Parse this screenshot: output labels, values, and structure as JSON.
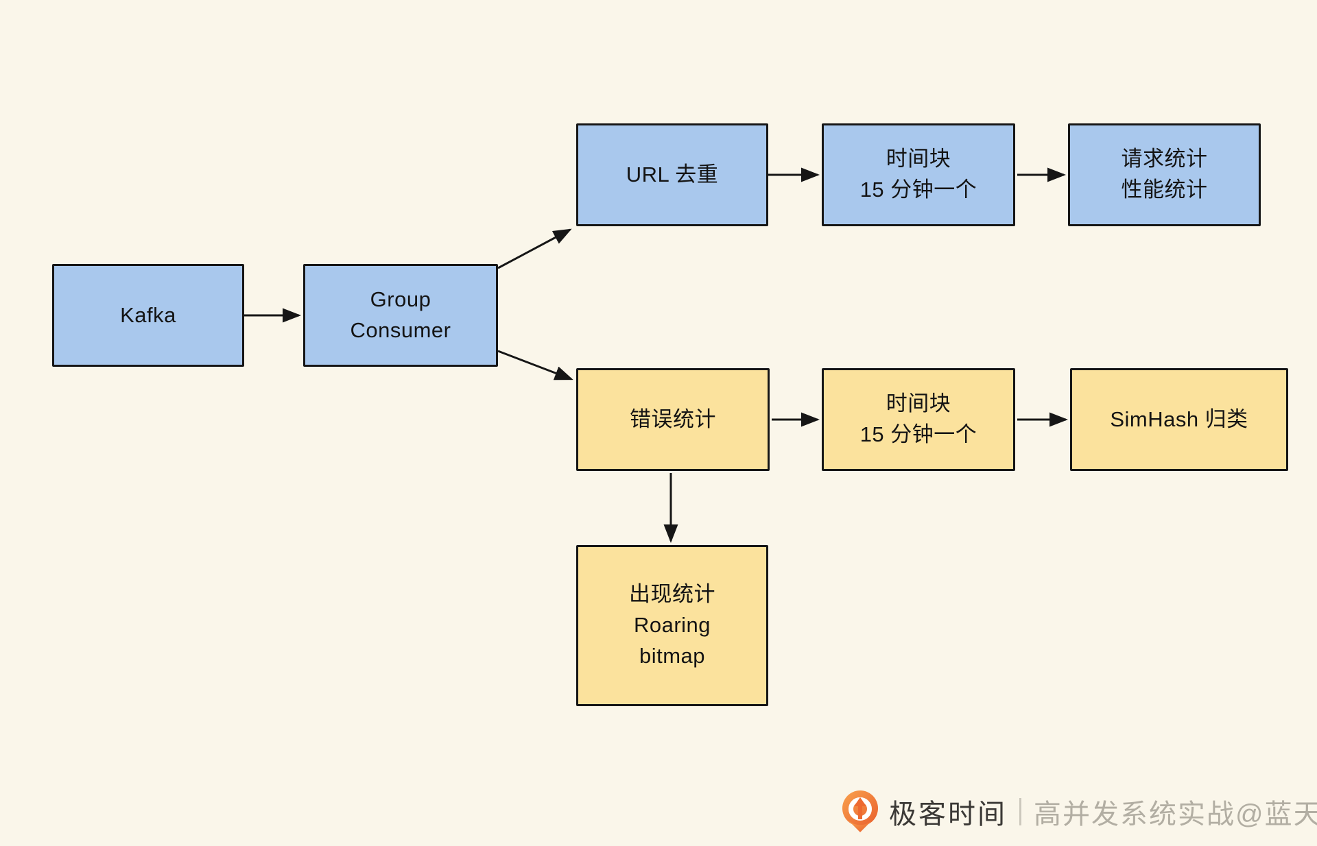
{
  "colors": {
    "background": "#FAF6EA",
    "node_blue": "#A9C8ED",
    "node_yellow": "#FBE29D",
    "node_border": "#161616",
    "arrow": "#161616",
    "brand_orange": "#ED6A31",
    "brand_text_dark": "#3B3936",
    "credit_text_gray": "#B2AEA3"
  },
  "nodes": {
    "kafka": {
      "label": "Kafka",
      "color": "blue"
    },
    "group_consumer": {
      "label": "Group\nConsumer",
      "color": "blue"
    },
    "url_dedup": {
      "label": "URL 去重",
      "color": "blue"
    },
    "time_block_top": {
      "label": "时间块\n15 分钟一个",
      "color": "blue"
    },
    "request_stats": {
      "label": "请求统计\n性能统计",
      "color": "blue"
    },
    "error_stats": {
      "label": "错误统计",
      "color": "yellow"
    },
    "time_block_bottom": {
      "label": "时间块\n15 分钟一个",
      "color": "yellow"
    },
    "simhash": {
      "label": "SimHash 归类",
      "color": "yellow"
    },
    "occurrence_stats": {
      "label": "出现统计\nRoaring\nbitmap",
      "color": "yellow"
    }
  },
  "edges": [
    {
      "from": "kafka",
      "to": "group_consumer"
    },
    {
      "from": "group_consumer",
      "to": "url_dedup"
    },
    {
      "from": "url_dedup",
      "to": "time_block_top"
    },
    {
      "from": "time_block_top",
      "to": "request_stats"
    },
    {
      "from": "group_consumer",
      "to": "error_stats"
    },
    {
      "from": "error_stats",
      "to": "time_block_bottom"
    },
    {
      "from": "time_block_bottom",
      "to": "simhash"
    },
    {
      "from": "error_stats",
      "to": "occurrence_stats"
    }
  ],
  "footer": {
    "brand": "极客时间",
    "credit": "高并发系统实战@蓝天"
  }
}
